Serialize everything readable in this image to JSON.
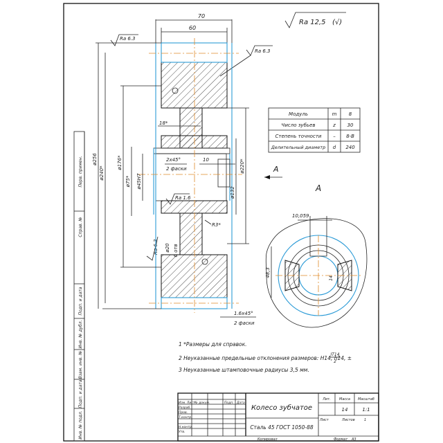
{
  "roughness": {
    "general": "Ra 12,5",
    "others": "(√)",
    "top": "Ra 6.3",
    "hub_top": "Ra 6.3",
    "bore": "Ra 1.6",
    "side": "Ra 6.3"
  },
  "dims": {
    "width_total": "70",
    "width_rim": "60",
    "d_256": "ø256",
    "d_240": "ø240*",
    "d_176": "ø176*",
    "d_75": "ø75*",
    "d_45": "ø45H7",
    "d_220": "ø220*",
    "d_132": "ø132",
    "d_20": "ø20",
    "holes": "6 отв",
    "chamfer_bore": "2х45°",
    "chamfer_bore_note": "2 фаски",
    "key_10": "10",
    "web_18": "18*",
    "radius": "R3*",
    "chamfer_rim": "1.6х45°",
    "chamfer_rim_note": "2 фаски",
    "key_width": "10,059",
    "key_depth": "48,3",
    "key_small": "14"
  },
  "view_label": "A",
  "view_arrow": "A",
  "params": [
    {
      "name": "Модуль",
      "sym": "m",
      "val": "8"
    },
    {
      "name": "Число зубьев",
      "sym": "z",
      "val": "30"
    },
    {
      "name": "Степень точности",
      "sym": "–",
      "val": "8-В"
    },
    {
      "name": "Делительный диаметр",
      "sym": "d",
      "val": "240"
    }
  ],
  "notes": [
    "1  *Размеры для справок.",
    "2  Неуказанные предельные отклонения размеров: H14, h14, ±",
    "3  Неуказанные штамповочные радиусы 3,5 мм."
  ],
  "it_fraction": {
    "num": "IT14",
    "den": "2"
  },
  "title_block": {
    "part_name": "Колесо зубчатое",
    "material": "Сталь 45 ГОСТ 1050-88",
    "col_lit": "Лит.",
    "col_mass": "Масса",
    "col_scale": "Масштаб",
    "mass": "14",
    "scale": "1:1",
    "sheet": "Лист",
    "sheets": "Листов",
    "sheets_val": "1",
    "rows": [
      "Изм. Лист",
      "№ докум.",
      "Подп.",
      "Дата"
    ],
    "roles": [
      "Разраб.",
      "Пров.",
      "Т.контр.",
      "Н.контр.",
      "Утв."
    ],
    "copied": "Копировал",
    "format": "Формат",
    "format_val": "А3"
  },
  "side_stamp": [
    "Перв. примен.",
    "Справ. №",
    "Подп. и дата",
    "Инв. № дубл.",
    "Взам. инв. №",
    "Подп. и дата",
    "Инв. № подл."
  ]
}
